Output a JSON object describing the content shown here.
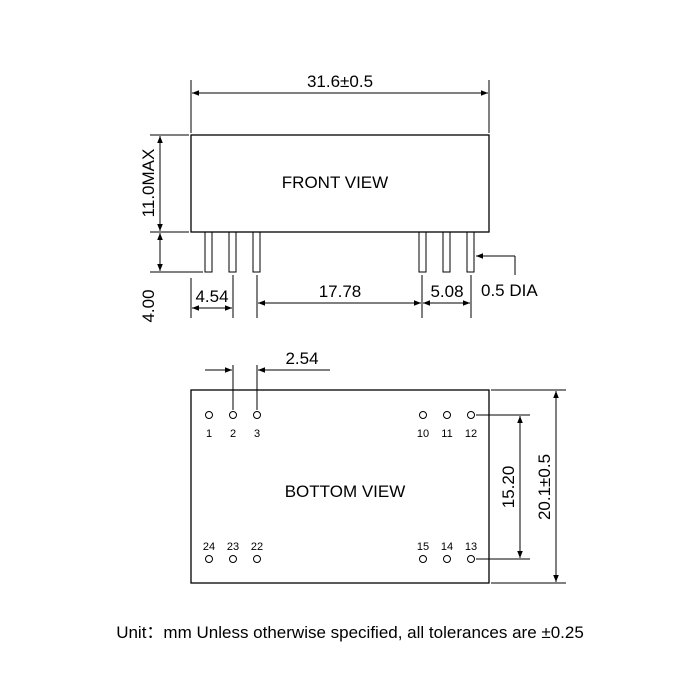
{
  "front_view": {
    "label": "FRONT VIEW",
    "width_dim": "31.6±0.5",
    "height_dim": "11.0MAX",
    "pin_length_dim": "4.00",
    "pitch_dim": "4.54",
    "span_dim": "17.78",
    "right_pitch_dim": "5.08",
    "pin_dia": "0.5 DIA"
  },
  "bottom_view": {
    "label": "BOTTOM VIEW",
    "pitch_dim": "2.54",
    "row_spacing_dim": "15.20",
    "height_dim": "20.1±0.5",
    "pins_top": [
      "1",
      "2",
      "3",
      "10",
      "11",
      "12"
    ],
    "pins_bottom": [
      "24",
      "23",
      "22",
      "15",
      "14",
      "13"
    ]
  },
  "footer": "Unit：mm Unless otherwise specified, all tolerances are ±0.25"
}
